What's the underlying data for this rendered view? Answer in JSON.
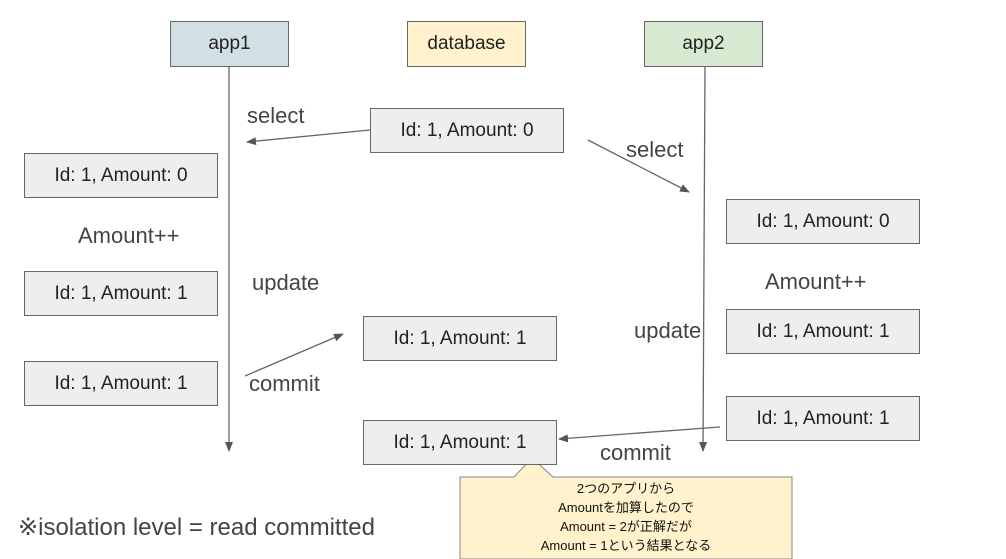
{
  "headers": {
    "app1": "app1",
    "database": "database",
    "app2": "app2"
  },
  "boxes": {
    "db_initial": "Id: 1, Amount: 0",
    "app1_read": "Id: 1, Amount: 0",
    "app1_incremented": "Id: 1, Amount: 1",
    "app1_committed": "Id: 1, Amount: 1",
    "db_after_app1_update": "Id: 1, Amount: 1",
    "app2_read": "Id: 1, Amount: 0",
    "app2_incremented": "Id: 1, Amount: 1",
    "app2_committed": "Id: 1, Amount: 1",
    "db_final": "Id: 1, Amount: 1"
  },
  "labels": {
    "app1_select": "select",
    "app2_select": "select",
    "app1_increment": "Amount++",
    "app2_increment": "Amount++",
    "app1_update": "update",
    "app2_update": "update",
    "app1_commit": "commit",
    "app2_commit": "commit"
  },
  "callout": {
    "lines": [
      "2つのアプリから",
      "Amountを加算したので",
      "Amount = 2が正解だが",
      "Amount = 1という結果となる"
    ]
  },
  "note": "※isolation level = read committed",
  "colors": {
    "app1_header": "#d0e0e3",
    "database_header": "#fff2cc",
    "app2_header": "#d9ead3",
    "box_fill": "#eeeeee",
    "callout_fill": "#fff2cc"
  }
}
